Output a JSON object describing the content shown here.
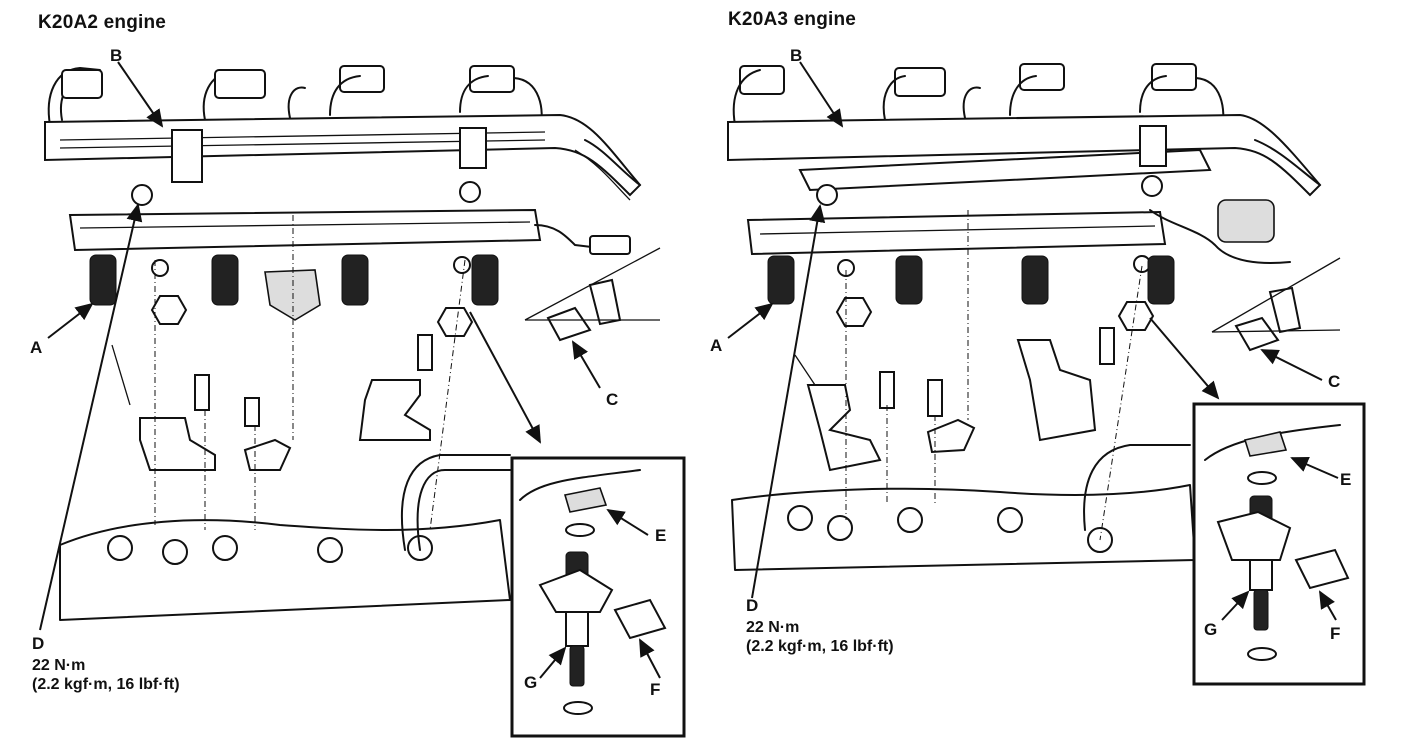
{
  "panels": [
    {
      "title": "K20A2 engine",
      "labels": {
        "a": "A",
        "b": "B",
        "c": "C",
        "d": "D",
        "e": "E",
        "f": "F",
        "g": "G"
      },
      "torque": {
        "value": "22 N·m",
        "alt": "(2.2 kgf·m, 16 lbf·ft)"
      }
    },
    {
      "title": "K20A3 engine",
      "labels": {
        "a": "A",
        "b": "B",
        "c": "C",
        "d": "D",
        "e": "E",
        "f": "F",
        "g": "G"
      },
      "torque": {
        "value": "22 N·m",
        "alt": "(2.2 kgf·m, 16 lbf·ft)"
      }
    }
  ]
}
